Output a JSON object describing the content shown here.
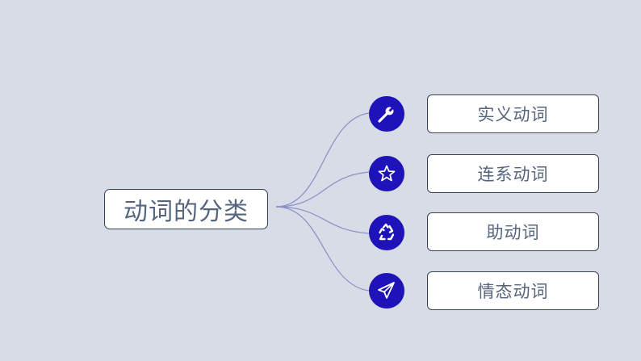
{
  "root": {
    "label": "动词的分类"
  },
  "branches": [
    {
      "label": "实义动词",
      "icon": "wrench-icon"
    },
    {
      "label": "连系动词",
      "icon": "star-icon"
    },
    {
      "label": "助动词",
      "icon": "recycle-icon"
    },
    {
      "label": "情态动词",
      "icon": "paper-plane-icon"
    }
  ],
  "colors": {
    "background": "#d7dce6",
    "icon_circle": "#1d13b9",
    "connector": "#8a90c8",
    "text": "#56657d",
    "box_border": "#3a4354"
  }
}
